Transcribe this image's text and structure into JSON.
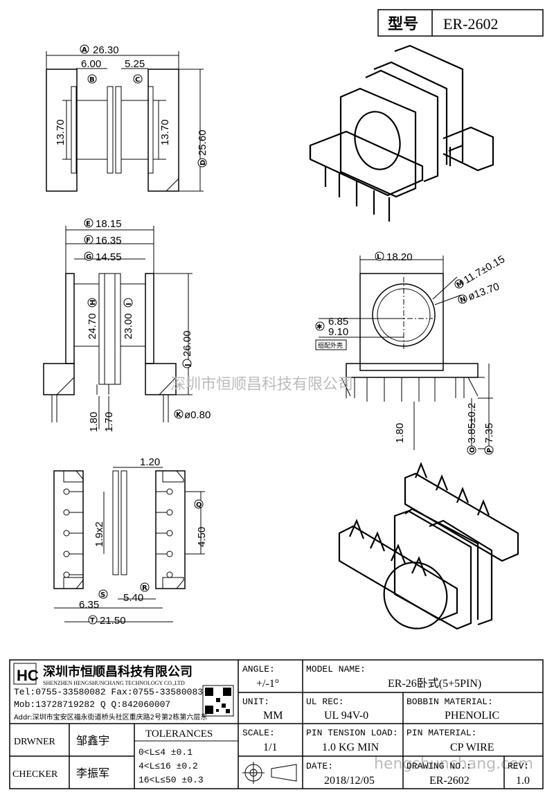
{
  "header": {
    "type_label": "型号",
    "type_value": "ER-2602"
  },
  "top_view": {
    "dim_A": "26.30",
    "dim_B": "6.00",
    "dim_C": "5.25",
    "dim_D": "25.60",
    "dim_left": "13.70",
    "dim_right": "13.70",
    "letter_A": "A",
    "letter_B": "B",
    "letter_C": "C",
    "letter_D": "D"
  },
  "front_view": {
    "dim_E": "18.15",
    "dim_F": "16.35",
    "dim_G": "14.55",
    "dim_H": "24.70",
    "dim_I": "23.00",
    "dim_J": "26.00",
    "dim_K": "ø0.80",
    "dim_bot1": "1.80",
    "dim_bot2": "1.70",
    "letter_E": "E",
    "letter_F": "F",
    "letter_G": "G",
    "letter_H": "H",
    "letter_I": "I",
    "letter_J": "J",
    "letter_K": "K"
  },
  "side_view": {
    "dim_L": "18.20",
    "dim_M": "11.7±0.15",
    "dim_N": "ø13.70",
    "dim_star": "6.85",
    "dim_910": "9.10",
    "note": "组配外壳",
    "dim_180": "1.80",
    "dim_O": "3.85±0.2",
    "dim_P": "7.35",
    "letter_L": "L",
    "letter_M": "M",
    "letter_N": "N",
    "letter_star": "✱",
    "letter_O": "O",
    "letter_P": "P"
  },
  "bottom_view": {
    "dim_120": "1.20",
    "dim_19x2": "1.9x2",
    "dim_Q": "4.50",
    "dim_R": "5.40",
    "dim_S": "6.35",
    "dim_T": "21.50",
    "letter_Q": "Q",
    "letter_R": "R",
    "letter_S": "S",
    "letter_T": "T"
  },
  "watermark": "深圳市恒顺昌科技有限公司",
  "watermark2": "hengshunchang.com",
  "company": {
    "name_cn": "深圳市恒顺昌科技有限公司",
    "name_en": "SHENZHEN HENGSHUNCHANG TECHNOLOGY CO.,LTD",
    "tel": "Tel:0755-33580082 Fax:0755-33580083",
    "mob": "Mob:13728719282    Q  Q:842060007",
    "addr": "Addr:深圳市宝安区福永街道桥头社区重庆路2号第2栋第六层东"
  },
  "title_block": {
    "angle_label": "ANGLE:",
    "angle_value": "+/-1°",
    "model_label": "MODEL NAME:",
    "model_value": "ER-26卧式(5+5PIN)",
    "unit_label": "UNIT:",
    "unit_value": "MM",
    "ul_label": "UL REC:",
    "ul_value": "UL 94V-0",
    "bobbin_label": "BOBBIN MATERIAL:",
    "bobbin_value": "PHENOLIC",
    "scale_label": "SCALE:",
    "scale_value": "1/1",
    "tension_label": "PIN TENSION LOAD:",
    "tension_value": "1.0 KG MIN",
    "pin_label": "PIN MATERIAL:",
    "pin_value": "CP WIRE",
    "date_label": "DATE:",
    "date_value": "2018/12/05",
    "drawing_label": "DRAWING NO.:",
    "drawing_value": "ER-2602",
    "rev_label": "REV:",
    "rev_value": "1.0",
    "drawer_label": "DRWNER",
    "drawer_name": "邹鑫宇",
    "checker_label": "CHECKER",
    "checker_name": "李振军",
    "tol_title": "TOLERANCES",
    "tol_rows": [
      "0<L≤4     ±0.1",
      "4<L≤16    ±0.2",
      "16<L≤50   ±0.3"
    ]
  }
}
